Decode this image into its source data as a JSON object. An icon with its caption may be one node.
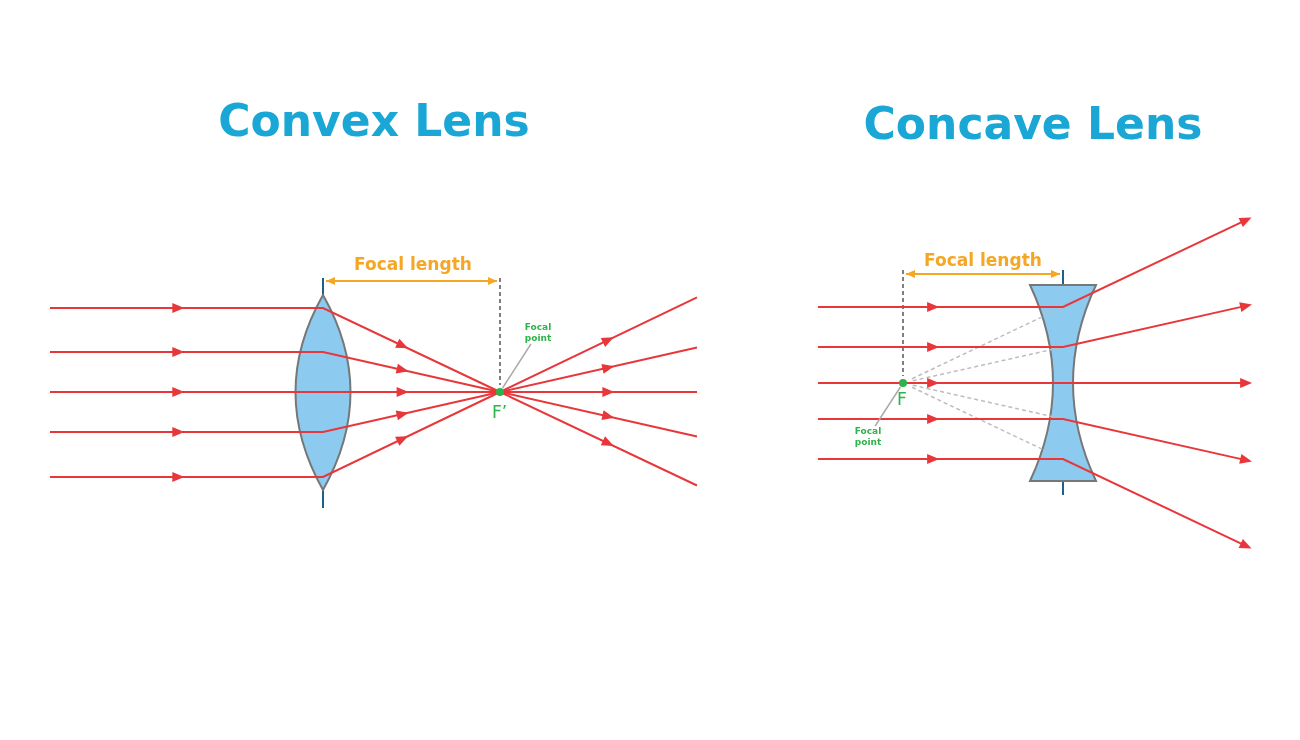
{
  "diagram": {
    "nodes": [
      {
        "text": [
          "Focal point"
        ]
      },
      {
        "text": [],
        "shape": "circle",
        "beside": [
          "F’"
        ]
      },
      {
        "text": [
          "Focal point"
        ]
      },
      {
        "text": [],
        "shape": "circle",
        "beside": [
          "F"
        ]
      }
    ],
    "edges": [
      {
        "from": 0,
        "to": 1,
        "arrow": "none"
      },
      {
        "from": 2,
        "to": 3,
        "arrow": "none"
      }
    ],
    "labels": [
      "Convex Lens",
      "Focal length",
      "Concave Lens",
      "Focal length"
    ]
  }
}
